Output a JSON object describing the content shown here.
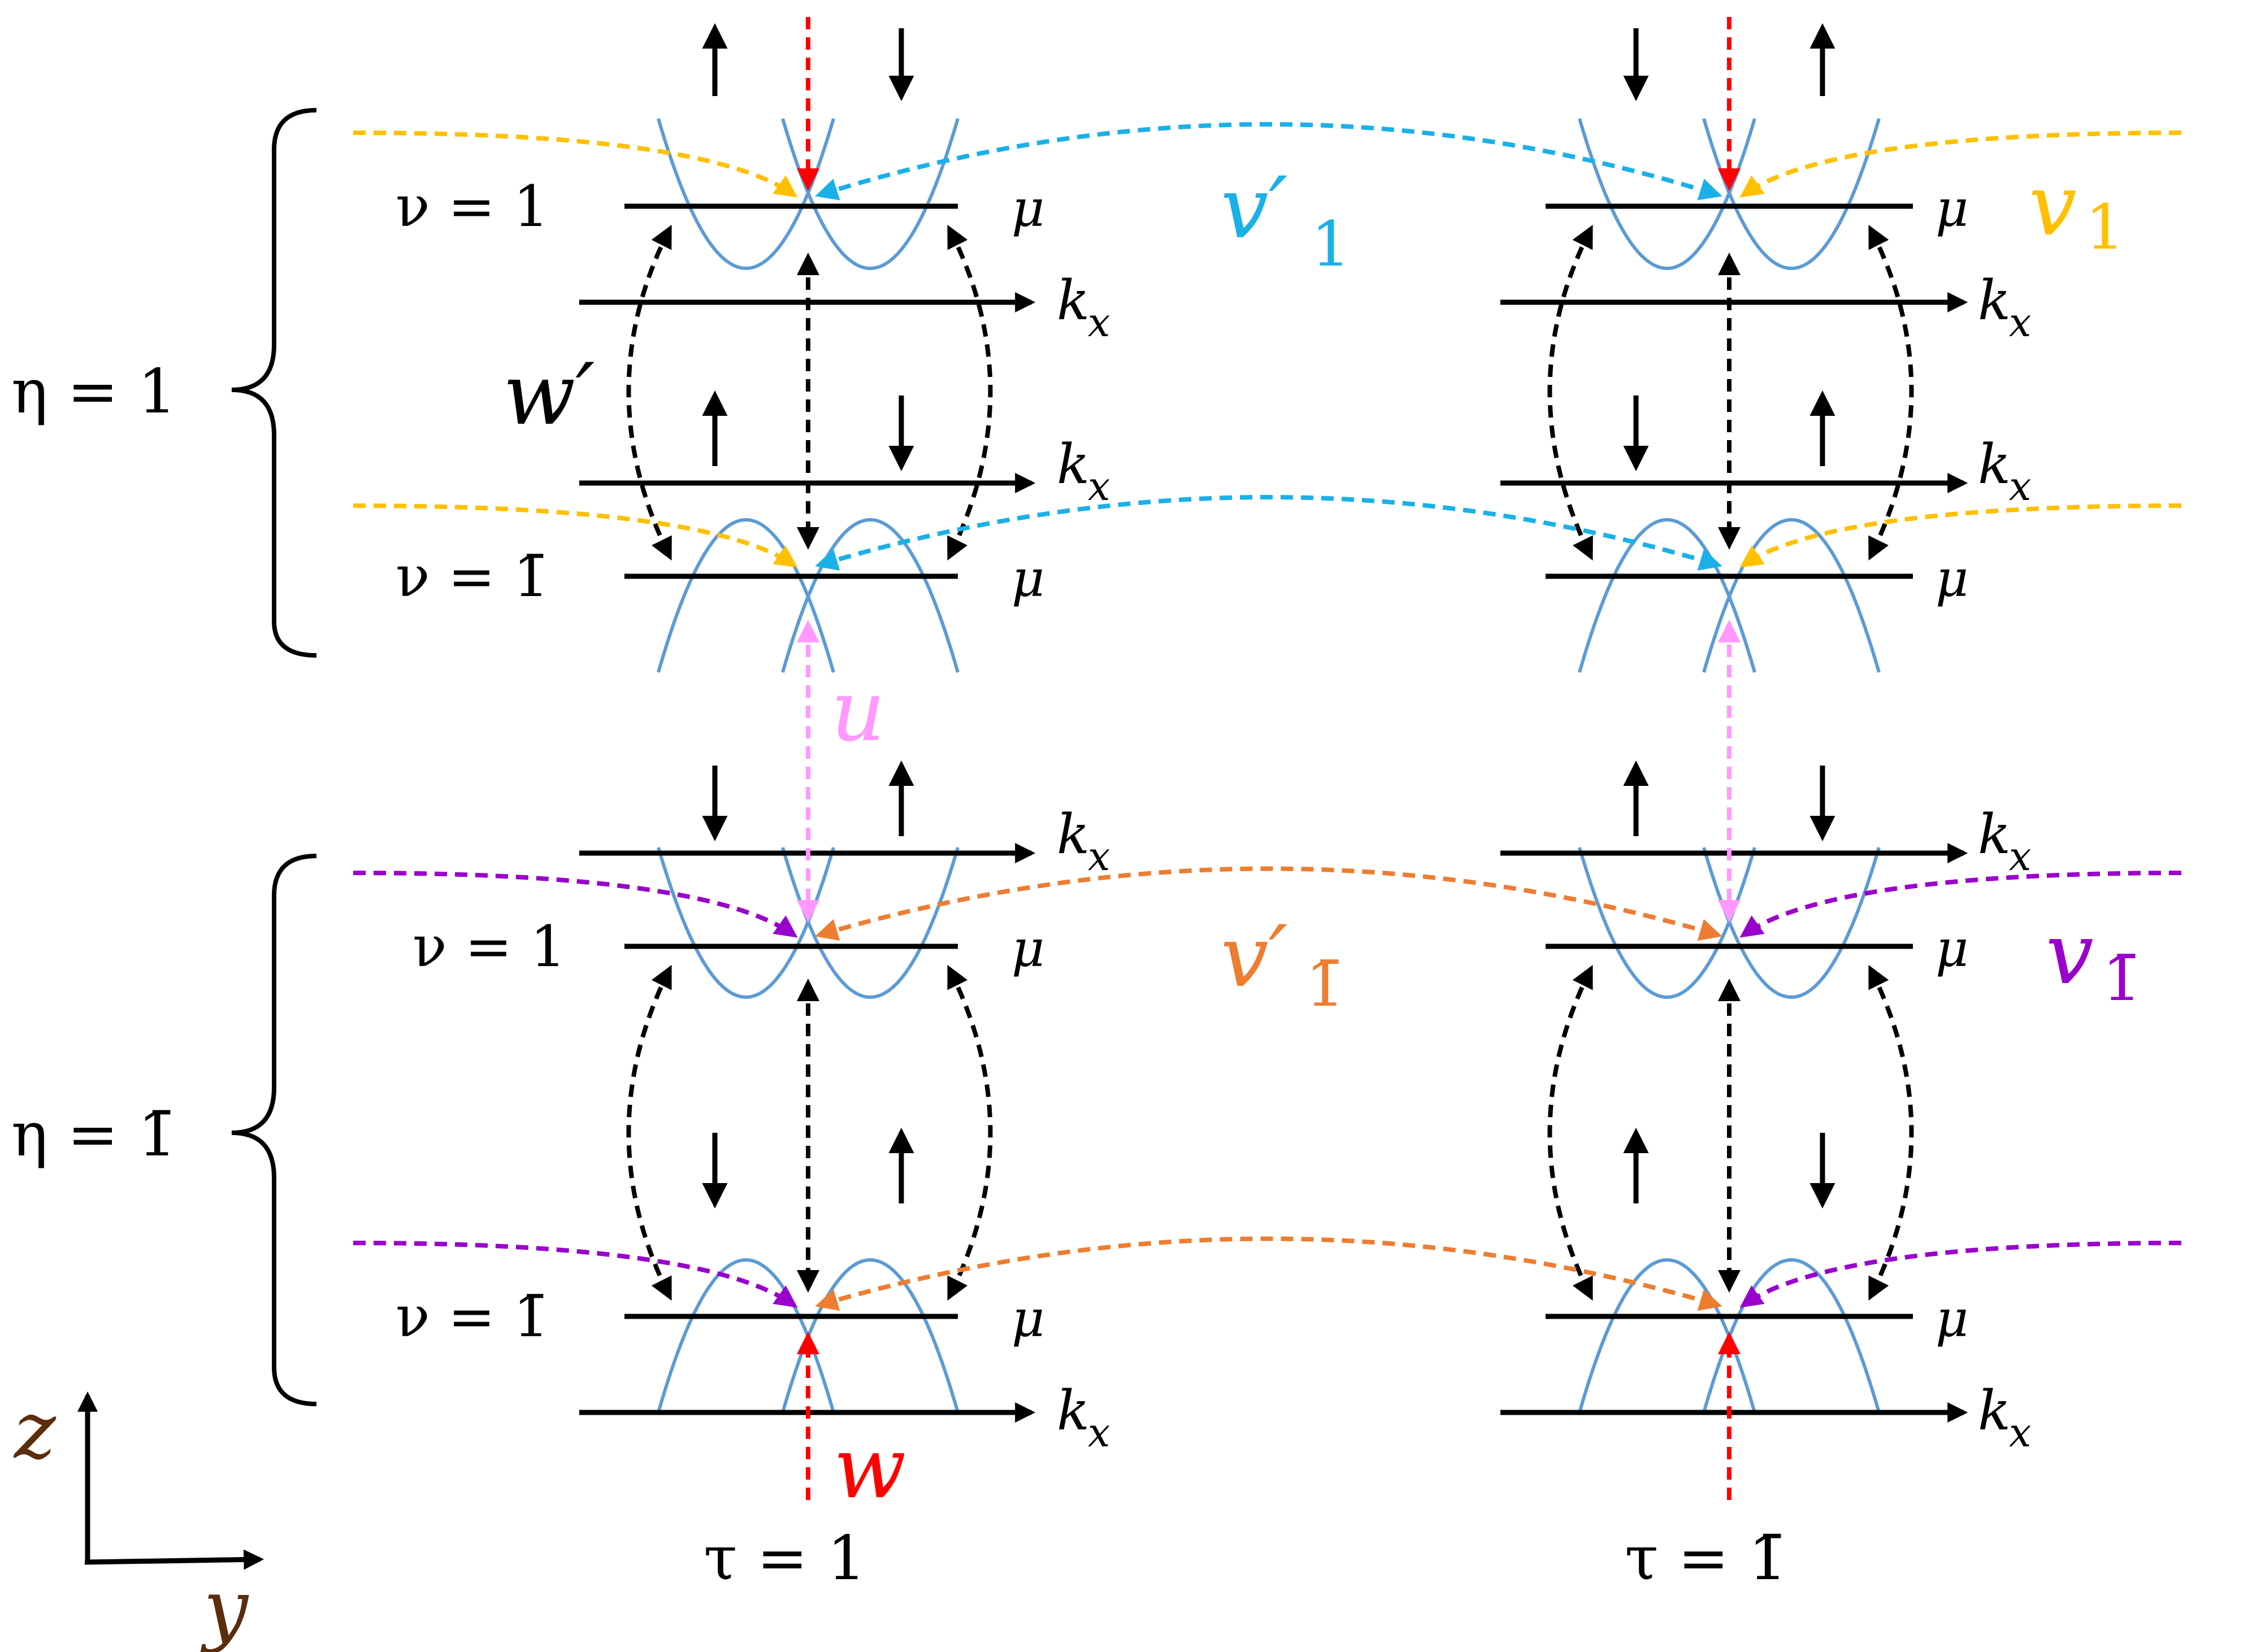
{
  "colors": {
    "black": "#000000",
    "band": "#5b9bd5",
    "vertical_red": "#ff0000",
    "u_pink": "#ff99ff",
    "v1_yellow": "#ffc000",
    "v1prime_blue": "#1ab0e8",
    "vbar_purple": "#9900cc",
    "vbarprime_orange": "#ed7d31",
    "axis_brown": "#5a2d0c"
  },
  "labels": {
    "eta_1": "η = 1",
    "eta_bar1": "η = 1̄",
    "nu_1": "ν = 1",
    "nu_bar1": "ν = 1̄",
    "mu": "μ",
    "kx": "k",
    "kx_sub": "x",
    "wprime": "w′",
    "u": "u",
    "w": "w",
    "v1prime": "v′",
    "v1prime_sub": "1",
    "v1": "v",
    "v1_sub": "1",
    "vbar1prime": "v′",
    "vbar1prime_sub": "1̄",
    "vbar1": "v",
    "vbar1_sub": "1̄",
    "tau_1": "τ = 1",
    "tau_bar1": "τ = 1̄",
    "axis_z": "z",
    "axis_y": "y"
  },
  "spin_arrows": {
    "eta1_top": {
      "left": [
        "up",
        "down"
      ],
      "right": [
        "down",
        "up"
      ]
    },
    "eta1_mid": {
      "left": [
        "up",
        "down"
      ],
      "right": [
        "down",
        "up"
      ]
    },
    "etabar_top": {
      "left": [
        "down",
        "up"
      ],
      "right": [
        "up",
        "down"
      ]
    },
    "etabar_mid": {
      "left": [
        "down",
        "up"
      ],
      "right": [
        "up",
        "down"
      ]
    }
  }
}
